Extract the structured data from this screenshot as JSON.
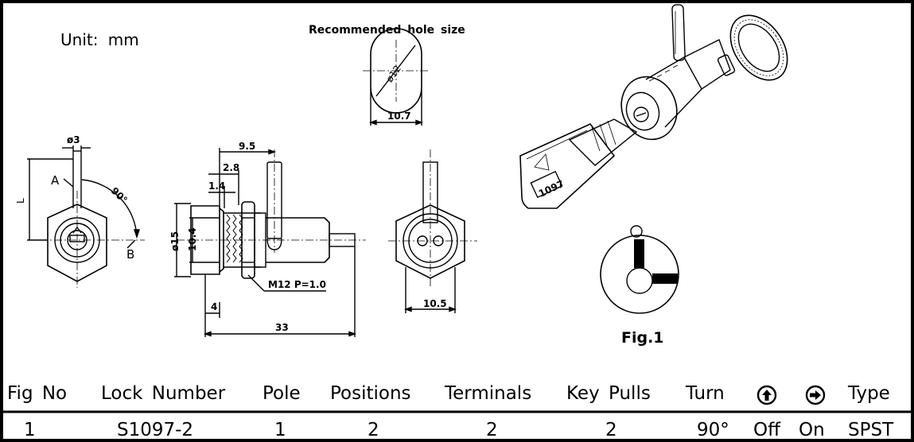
{
  "unit_label": "Unit:  mm",
  "hole_label": "Recommended hole size",
  "figure_label": "Fig.1",
  "dims": {
    "hole_dia": "ø12",
    "hole_flat": "10.7",
    "shaft_dia": "ø3",
    "angle": "90°",
    "pos_a": "A",
    "pos_b": "B",
    "len_l": "L",
    "d95": "9.5",
    "d28": "2.8",
    "d14": "1.4",
    "d15": "ø15",
    "d104": "10.4",
    "thread": "M12  P=1.0",
    "d4": "4",
    "d33": "33",
    "d105": "10.5"
  },
  "key_marking": "1097",
  "diagram_o": "O",
  "table": {
    "headers": {
      "fig_no": "Fig  No",
      "lock_number": "Lock  Number",
      "pole": "Pole",
      "positions": "Positions",
      "terminals": "Terminals",
      "key_pulls": "Key  Pulls",
      "turn": "Turn",
      "type": "Type"
    },
    "icons": {
      "up": "arrow-up-circle-icon",
      "right": "arrow-right-circle-icon"
    },
    "row": {
      "fig_no": "1",
      "lock_number": "S1097-2",
      "pole": "1",
      "positions": "2",
      "terminals": "2",
      "key_pulls": "2",
      "turn": "90°",
      "off": "Off",
      "on": "On",
      "type": "SPST"
    }
  }
}
